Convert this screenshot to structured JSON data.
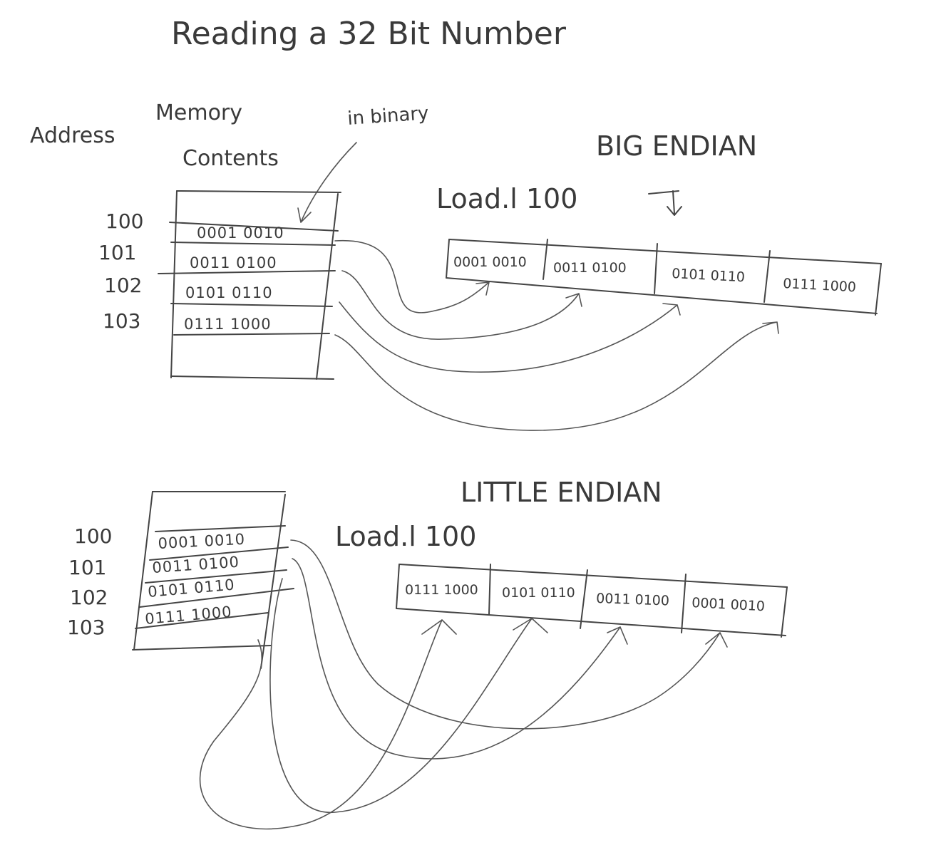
{
  "title": "Reading a 32 Bit Number",
  "headers": {
    "address": "Address",
    "memory_line1": "Memory",
    "memory_line2": "Contents",
    "binary_note": "in binary"
  },
  "big_endian": {
    "heading": "BIG ENDIAN",
    "instruction": "Load.l 100",
    "memory": [
      {
        "address": "100",
        "contents": "0001 0010"
      },
      {
        "address": "101",
        "contents": "0011 0100"
      },
      {
        "address": "102",
        "contents": "0101 0110"
      },
      {
        "address": "103",
        "contents": "0111 1000"
      }
    ],
    "register": [
      "0001 0010",
      "0011 0100",
      "0101 0110",
      "0111 1000"
    ]
  },
  "little_endian": {
    "heading": "LITTLE ENDIAN",
    "instruction": "Load.l 100",
    "memory": [
      {
        "address": "100",
        "contents": "0001 0010"
      },
      {
        "address": "101",
        "contents": "0011 0100"
      },
      {
        "address": "102",
        "contents": "0101 0110"
      },
      {
        "address": "103",
        "contents": "0111 1000"
      }
    ],
    "register": [
      "0111 1000",
      "0101 0110",
      "0011 0100",
      "0001 0010"
    ]
  }
}
